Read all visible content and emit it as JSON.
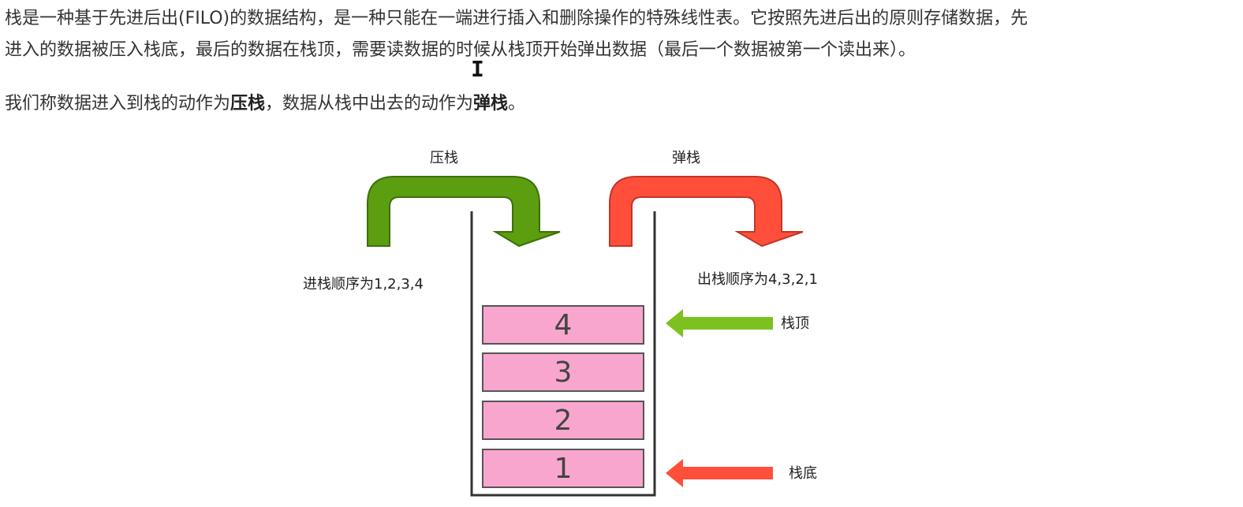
{
  "article": {
    "para1_line1": "栈是一种基于先进后出(FILO)的数据结构，是一种只能在一端进行插入和删除操作的特殊线性表。它按照先进后出的原则存储数据，先",
    "para1_line2": "进入的数据被压入栈底，最后的数据在栈顶，需要读数据的时候从栈顶开始弹出数据（最后一个数据被第一个读出来）。",
    "para2_prefix": "我们称数据进入到栈的动作为",
    "para2_push": "压栈",
    "para2_middle": "，数据从栈中出去的动作为",
    "para2_pop": "弹栈",
    "para2_suffix": "。"
  },
  "diagram": {
    "push_label": "压栈",
    "pop_label": "弹栈",
    "push_order": "进栈顺序为1,2,3,4",
    "pop_order": "出栈顺序为4,3,2,1",
    "top_label": "栈顶",
    "bottom_label": "栈底",
    "blocks": [
      "4",
      "3",
      "2",
      "1"
    ],
    "colors": {
      "push_arrow": "#5b9e0f",
      "pop_arrow": "#ff4f3b",
      "top_arrow": "#7cc11f",
      "bottom_arrow": "#ff4f3b",
      "block_fill": "#f9a6cf"
    }
  }
}
